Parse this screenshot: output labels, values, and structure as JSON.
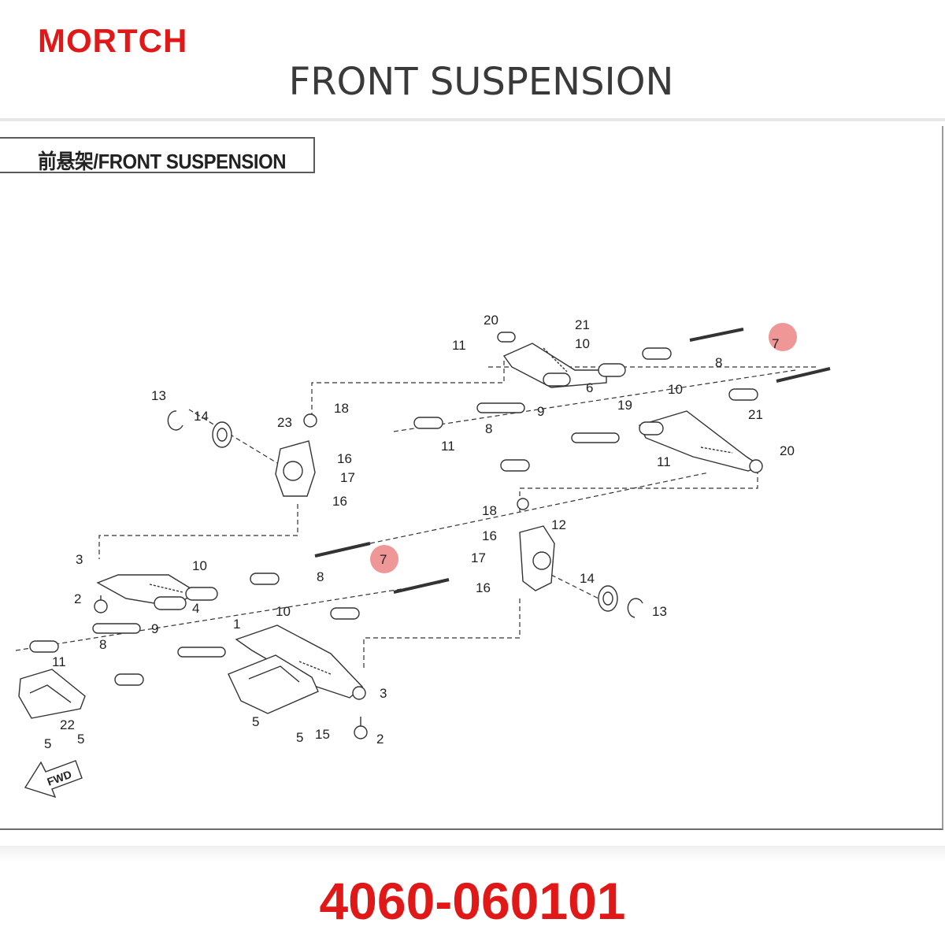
{
  "brand": {
    "text": "MORTCH",
    "color": "#e01818"
  },
  "page_title": "FRONT SUSPENSION",
  "section_label": "前悬架/FRONT SUSPENSION",
  "part_number": {
    "text": "4060-060101",
    "color": "#e01818"
  },
  "fwd_label": "FWD",
  "highlight_color": "#e86a6a",
  "callouts": [
    "1",
    "2",
    "3",
    "4",
    "5",
    "6",
    "7",
    "8",
    "9",
    "10",
    "11",
    "12",
    "13",
    "14",
    "15",
    "16",
    "17",
    "18",
    "19",
    "20",
    "21",
    "22",
    "23"
  ]
}
